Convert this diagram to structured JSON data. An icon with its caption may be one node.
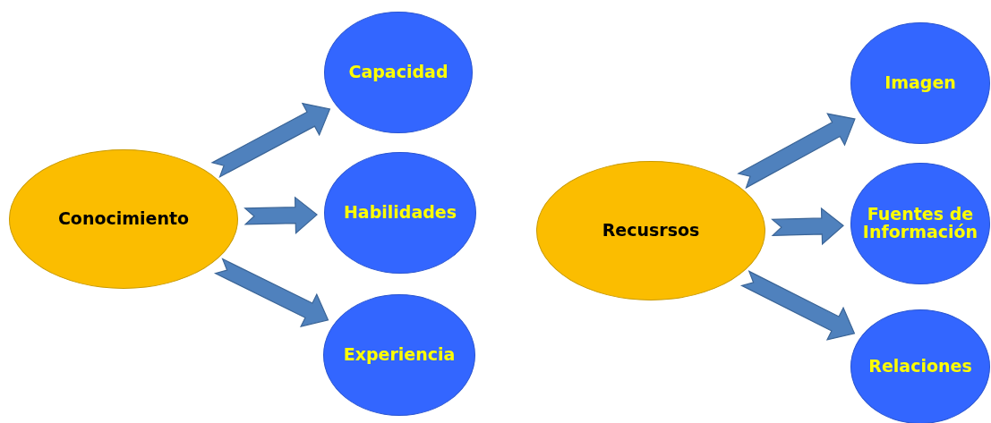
{
  "diagram": {
    "nodes": [
      {
        "text": [
          "Conocimiento"
        ]
      },
      {
        "text": [
          "Capacidad"
        ]
      },
      {
        "text": [
          "Habilidades"
        ]
      },
      {
        "text": [
          "Experiencia"
        ]
      },
      {
        "text": [
          "Recusrsos"
        ]
      },
      {
        "text": [
          "Imagen"
        ]
      },
      {
        "text": [
          "Fuentes de Información"
        ]
      },
      {
        "text": [
          "Relaciones"
        ]
      }
    ],
    "edges": [
      {
        "from": 0,
        "to": 1,
        "arrow": "to"
      },
      {
        "from": 0,
        "to": 2,
        "arrow": "to"
      },
      {
        "from": 0,
        "to": 3,
        "arrow": "to"
      },
      {
        "from": 4,
        "to": 5,
        "arrow": "to"
      },
      {
        "from": 4,
        "to": 6,
        "arrow": "to"
      },
      {
        "from": 4,
        "to": 7,
        "arrow": "to"
      }
    ]
  }
}
